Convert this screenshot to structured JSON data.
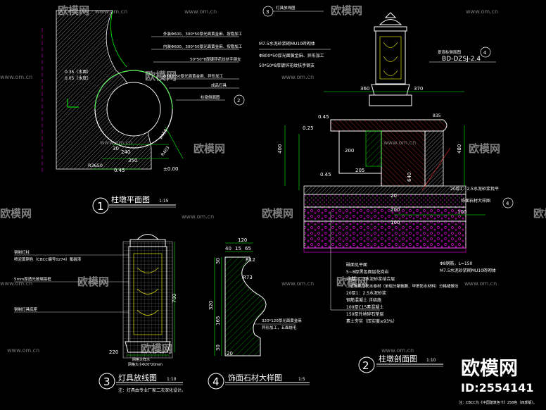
{
  "watermark": {
    "brand": "欧模网",
    "url": "www.om.cn",
    "id_text": "ID:2554141"
  },
  "drawing1": {
    "number": "1",
    "title": "柱墩平面图",
    "scale": "1:15",
    "notes": [
      "外装Φ600、300*50厚光面黄金麻、按隐加工",
      "内装Φ600、300*50厚光面黄金麻、按隐加工",
      "50*50*8厚镀锌花纹扶手钢支",
      "Φ800*50厚光面黄金麻、异形加工",
      "成品灯具",
      "柱墩侧面图"
    ],
    "detail_ref": "2",
    "dims": [
      "0.35（水面）",
      "0.05（水底）",
      "240",
      "350",
      "30",
      "R450",
      "R403",
      "R3650",
      "0.45",
      "±0.00"
    ]
  },
  "drawing2": {
    "number": "2",
    "title": "柱墩剖面图",
    "scale": "1:10",
    "top_ref": "灯具放线图",
    "top_ref_num": "3",
    "right_ref_label": "景观柱侧面图",
    "right_ref_code": "BD-DZSJ-2.4",
    "right_ref_num": "4",
    "notes_top": [
      "M7.5水泥砂浆砌MU10砖砌体",
      "Φ800*50厚光面黄金麻、异形加工",
      "50*50*8厚镀锌花纹扶手钢支"
    ],
    "notes_right": [
      "20厚1：2.5水泥砂浆找平",
      "饰面石材大样图"
    ],
    "notes_bottom": [
      "Φ8钢筋，L=150",
      "M7.5水泥砂浆砌MU10砖砌体",
      "磁面见平面",
      "5~8厚黑色面层花岗岩",
      "20厚1：3水泥砂浆结合层",
      "二层隔离层防水卷材（单组分聚氨酯、甲苯防水材料）分格缝做法",
      "20厚1：2.5水泥砂浆",
      "钢筋混凝土 详结施",
      "100厚C15素混凝土",
      "150厚外地碎石垫层",
      "素土夯实（压实度≥93%）"
    ],
    "dims": [
      "360",
      "370",
      "0.45",
      "0.25",
      "0.45",
      "400",
      "200",
      "205",
      "640",
      "100",
      "20",
      "200",
      "100",
      "835",
      "480"
    ]
  },
  "drawing3": {
    "number": "3",
    "title": "灯具放线图",
    "scale": "1:10",
    "notes_left": [
      "钢制灯柱",
      "喷泥黄铜色（CBCC编号0274）氟碳漆",
      "5mm厚透光玻璃铝框",
      "钢制灯具底座"
    ],
    "notes_bottom": [
      "网格大样示",
      "网格大小Φ20*20mm",
      "注：灯具由专业厂家二次深化设计。"
    ],
    "dims": [
      "700",
      "220"
    ]
  },
  "drawing4": {
    "number": "4",
    "title": "饰面石材大样图",
    "scale": "1:5",
    "dims": [
      "120",
      "40",
      "15",
      "65",
      "R12",
      "R73",
      "320",
      "30",
      "165",
      "30",
      "20"
    ],
    "notes": [
      "320*120厚光面黄金麻",
      "异形加工，五面烧毛"
    ]
  },
  "footer_note": "注：CBCC为《中国建筑色卡》258色（四季版）。",
  "colors": {
    "background": "#000000",
    "line_white": "#ffffff",
    "line_green": "#00ff00",
    "line_yellow": "#ffff00",
    "line_cyan": "#00ffff",
    "line_red": "#ff3030",
    "line_magenta": "#ff00ff"
  }
}
